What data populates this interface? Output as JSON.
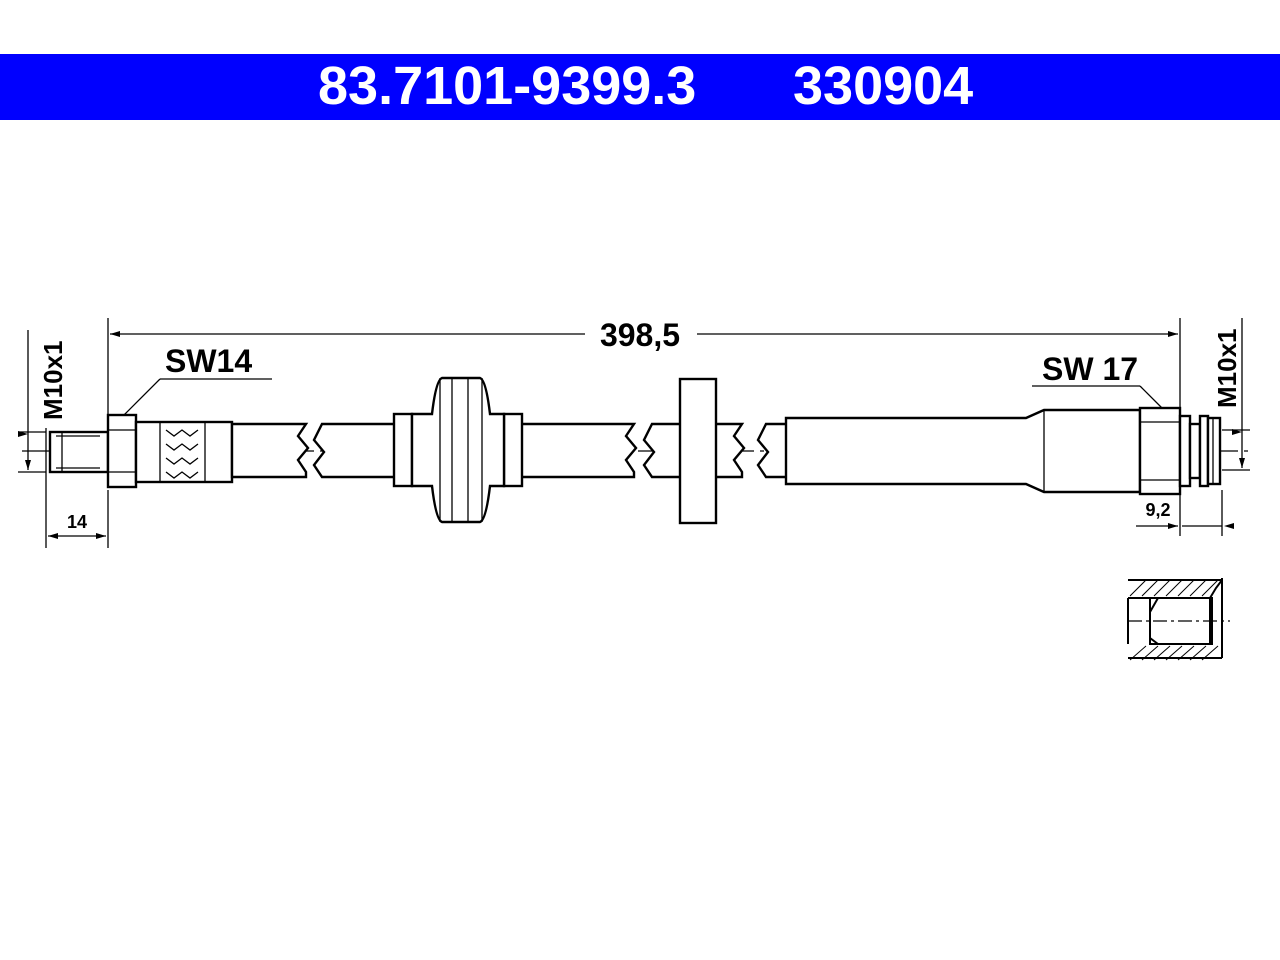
{
  "header": {
    "part_number": "83.7101-9399.3",
    "reference_number": "330904",
    "background_color": "#0000ff",
    "text_color": "#ffffff"
  },
  "dimensions": {
    "overall_length": "398,5",
    "left_thread": "M10x1",
    "right_thread": "M10x1",
    "left_wrench_size": "SW14",
    "right_wrench_size": "SW 17",
    "left_thread_length": "14",
    "right_thread_length": "9,2"
  }
}
